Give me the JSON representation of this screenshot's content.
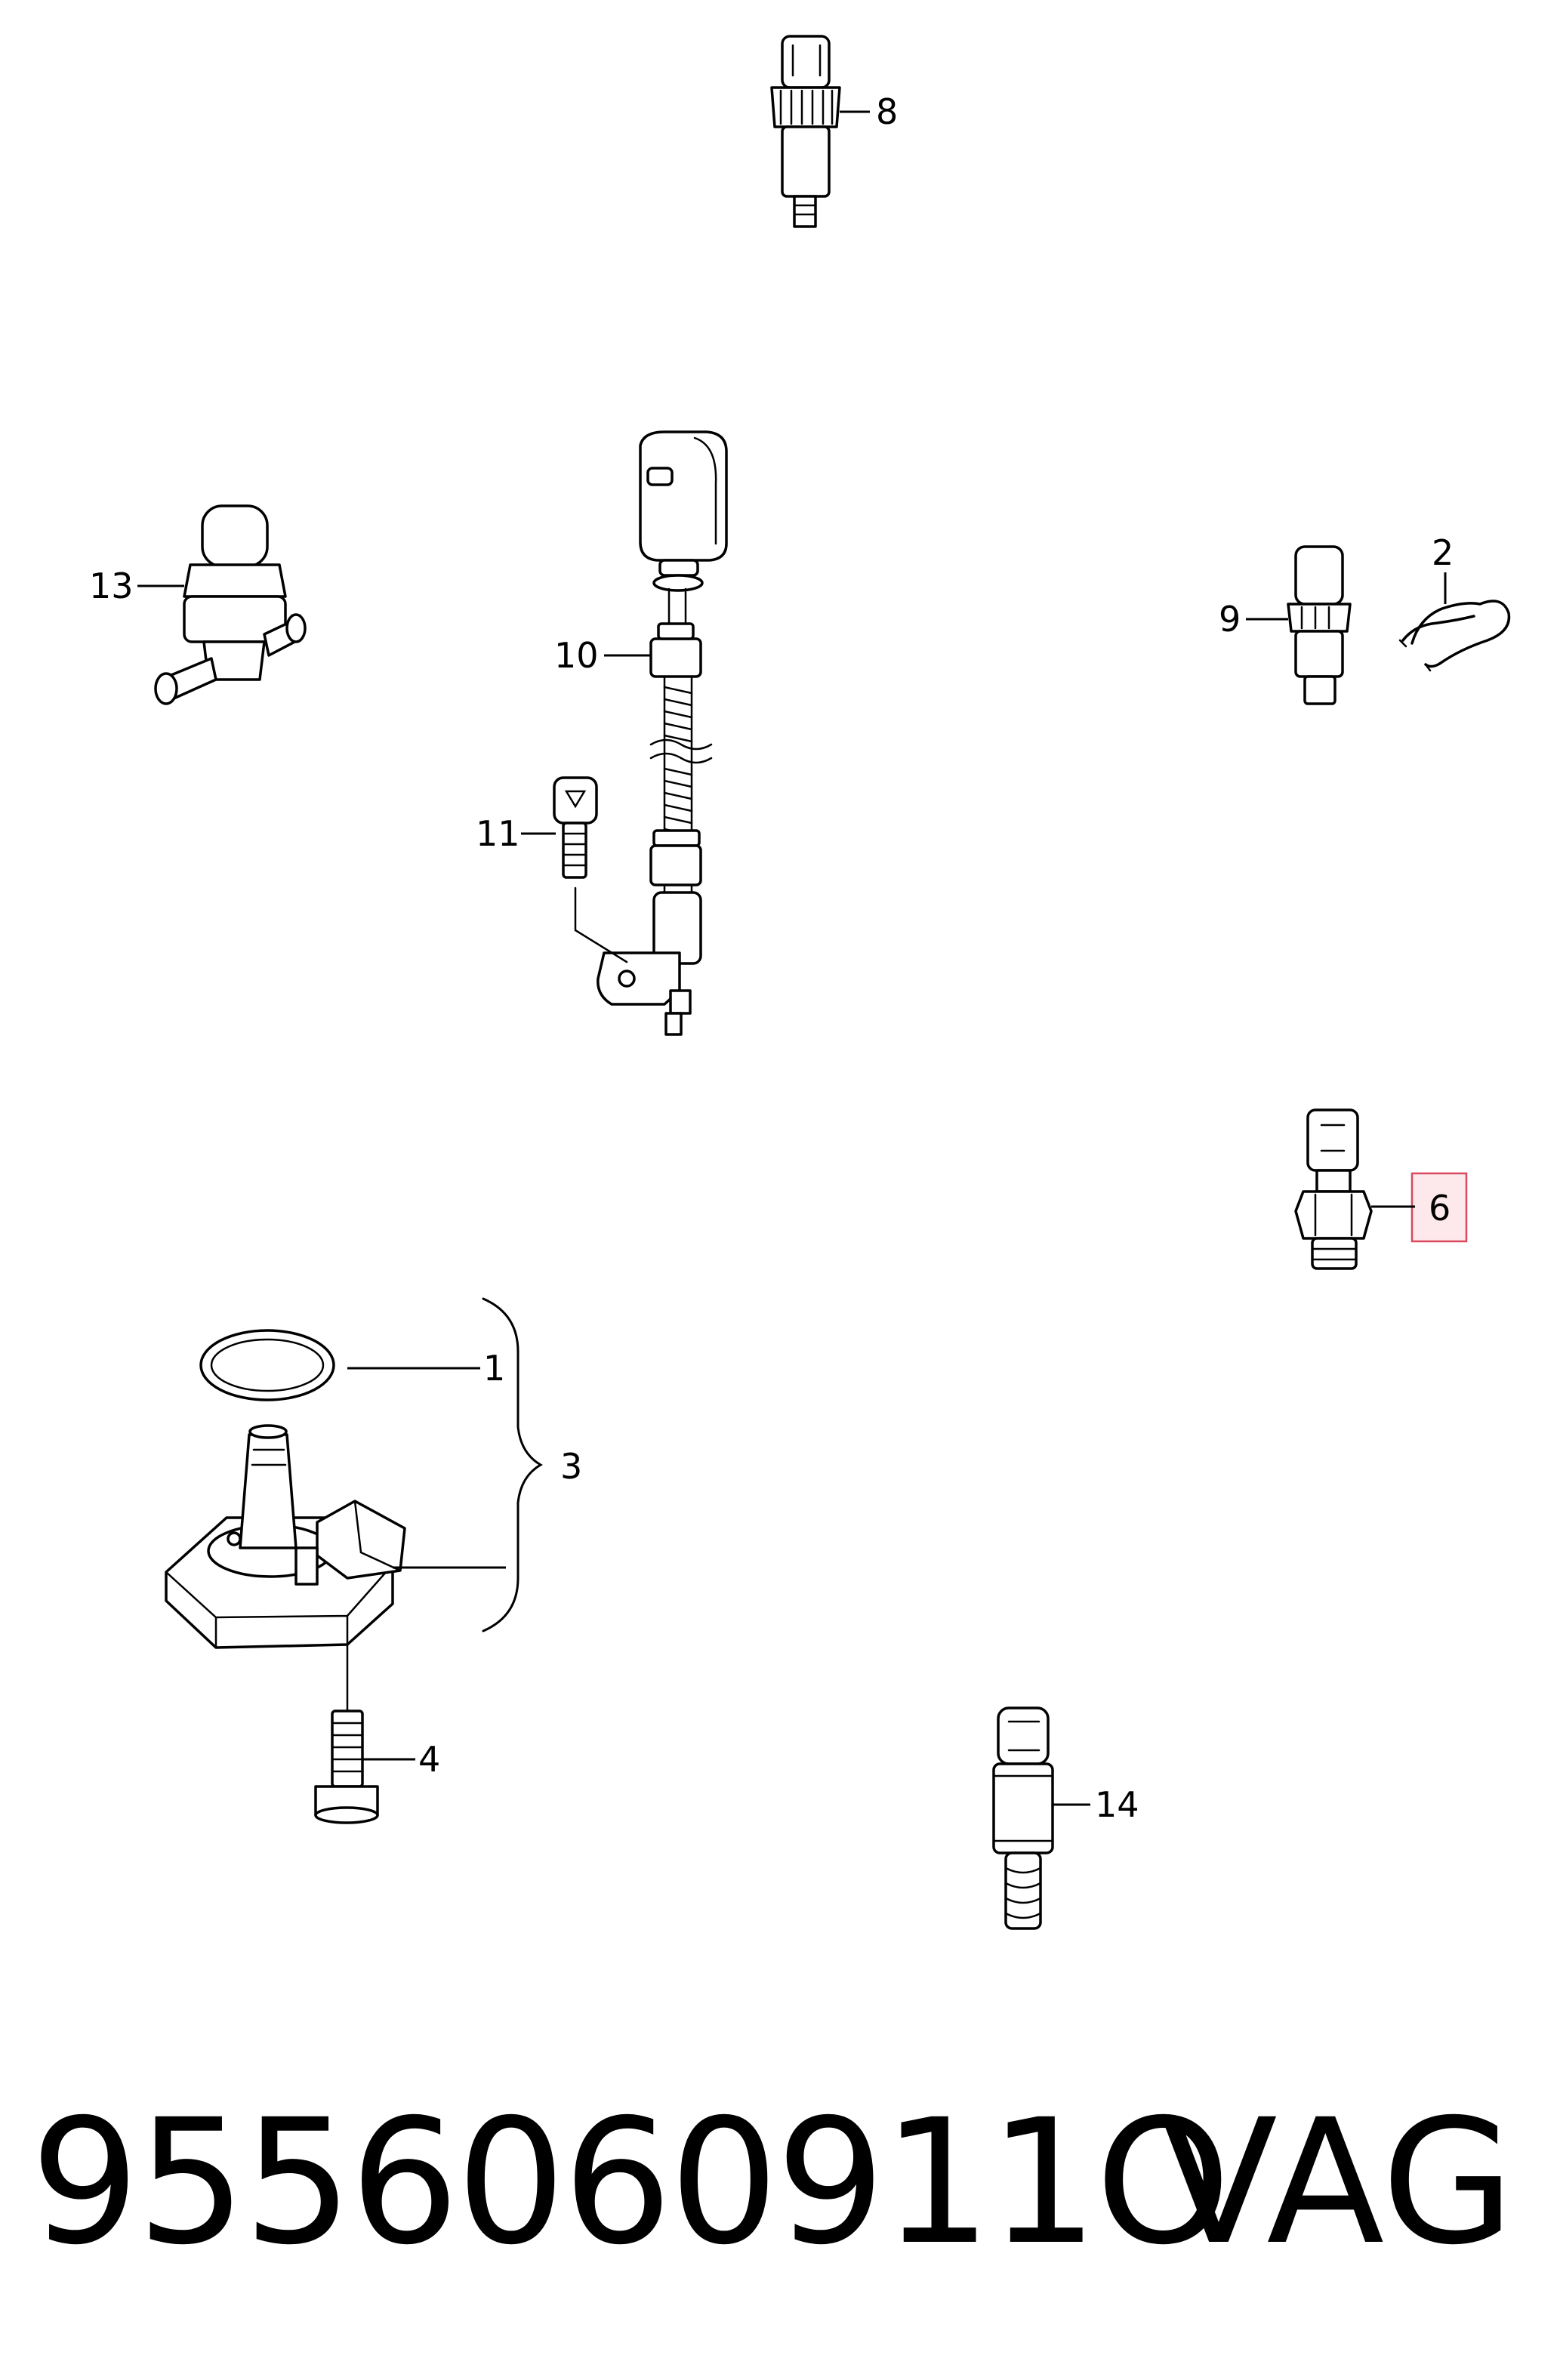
{
  "callouts": {
    "c1": "1",
    "c2": "2",
    "c3": "3",
    "c4": "4",
    "c6": "6",
    "c8": "8",
    "c9": "9",
    "c10": "10",
    "c11": "11",
    "c13": "13",
    "c14": "14"
  },
  "highlight_color": "#d9485f",
  "footer": {
    "part_number": "9556060911O",
    "brand": "VAG"
  }
}
